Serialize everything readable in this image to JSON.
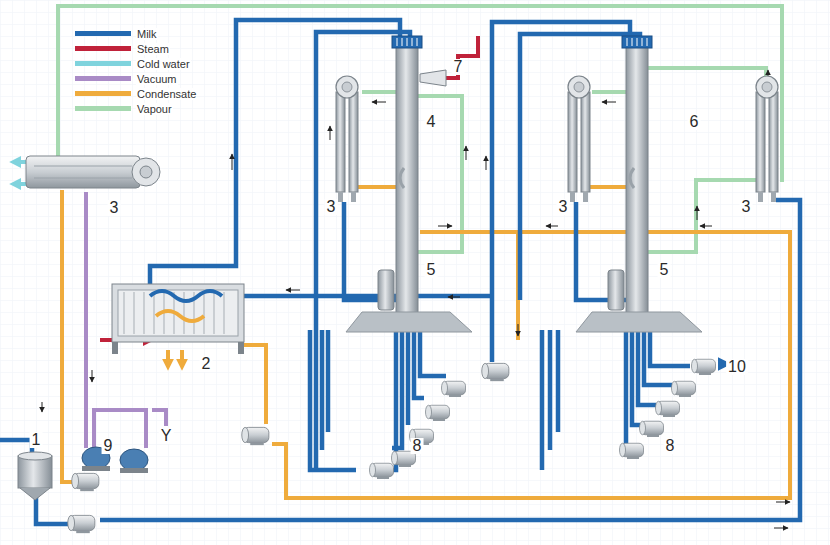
{
  "diagram": {
    "labels": [
      "7",
      "4",
      "6",
      "3",
      "3",
      "3",
      "3",
      "5",
      "5",
      "2",
      "10",
      "Y",
      "9",
      "8",
      "8",
      "1"
    ],
    "legend": [
      {
        "text": "Milk",
        "color": "#2369b0"
      },
      {
        "text": "Steam",
        "color": "#c0223a"
      },
      {
        "text": "Cold water",
        "color": "#7fd3dd"
      },
      {
        "text": "Vacuum",
        "color": "#a98bc6"
      },
      {
        "text": "Condensate",
        "color": "#efab3c"
      },
      {
        "text": "Vapour",
        "color": "#a6d9b0"
      }
    ]
  }
}
